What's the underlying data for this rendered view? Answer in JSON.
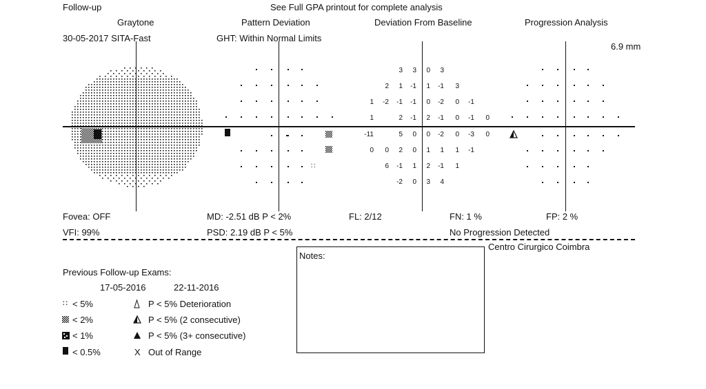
{
  "header": {
    "title": "Follow-up",
    "subtitle": "See Full GPA printout for complete analysis"
  },
  "columns": {
    "graytone": "Graytone",
    "pattern_deviation": "Pattern Deviation",
    "deviation_from_baseline": "Deviation From Baseline",
    "progression_analysis": "Progression Analysis"
  },
  "exam": {
    "date_strategy": "30-05-2017  SITA-Fast",
    "ght": "GHT: Within Normal Limits",
    "pupil": "6.9 mm"
  },
  "baseline_values": {
    "rows": [
      [
        "",
        "",
        "3",
        "3",
        "0",
        "3",
        "",
        ""
      ],
      [
        "",
        "2",
        "1",
        "-1",
        "1",
        "-1",
        "3",
        ""
      ],
      [
        "1",
        "-2",
        "-1",
        "-1",
        "0",
        "-2",
        "0",
        "-1"
      ],
      [
        "1",
        "",
        "2",
        "-1",
        "2",
        "-1",
        "0",
        "-1"
      ],
      [
        "-11",
        "",
        "5",
        "0",
        "0",
        "-2",
        "0",
        "-3"
      ],
      [
        "0",
        "0",
        "2",
        "0",
        "1",
        "1",
        "1",
        "-1"
      ],
      [
        "",
        "6",
        "-1",
        "1",
        "2",
        "-1",
        "1",
        ""
      ],
      [
        "",
        "",
        "-2",
        "0",
        "3",
        "4",
        "",
        ""
      ]
    ],
    "extra": [
      [
        "0"
      ],
      [
        "0"
      ]
    ]
  },
  "stats": {
    "fovea": "Fovea: OFF",
    "vfi": "VFI:  99%",
    "md": "MD:  -2.51 dB  P < 2%",
    "psd": "PSD:  2.19 dB  P < 5%",
    "fl": "FL: 2/12",
    "fn": "FN:  1 %",
    "fp": "FP:  2 %",
    "progression": "No Progression Detected"
  },
  "clinic": "Centro Cirurgico Coimbra",
  "notes_label": "Notes:",
  "previous": {
    "title": "Previous Follow-up Exams:",
    "dates": [
      "17-05-2016",
      "22-11-2016"
    ]
  },
  "legend": {
    "p5": "< 5%",
    "p2": "< 2%",
    "p1": "< 1%",
    "p05": "< 0.5%",
    "deterioration": "P < 5% Deterioration",
    "two_consec": "P < 5% (2 consecutive)",
    "three_consec": "P < 5% (3+ consecutive)",
    "out_of_range": "Out of Range",
    "x_symbol": "X"
  }
}
